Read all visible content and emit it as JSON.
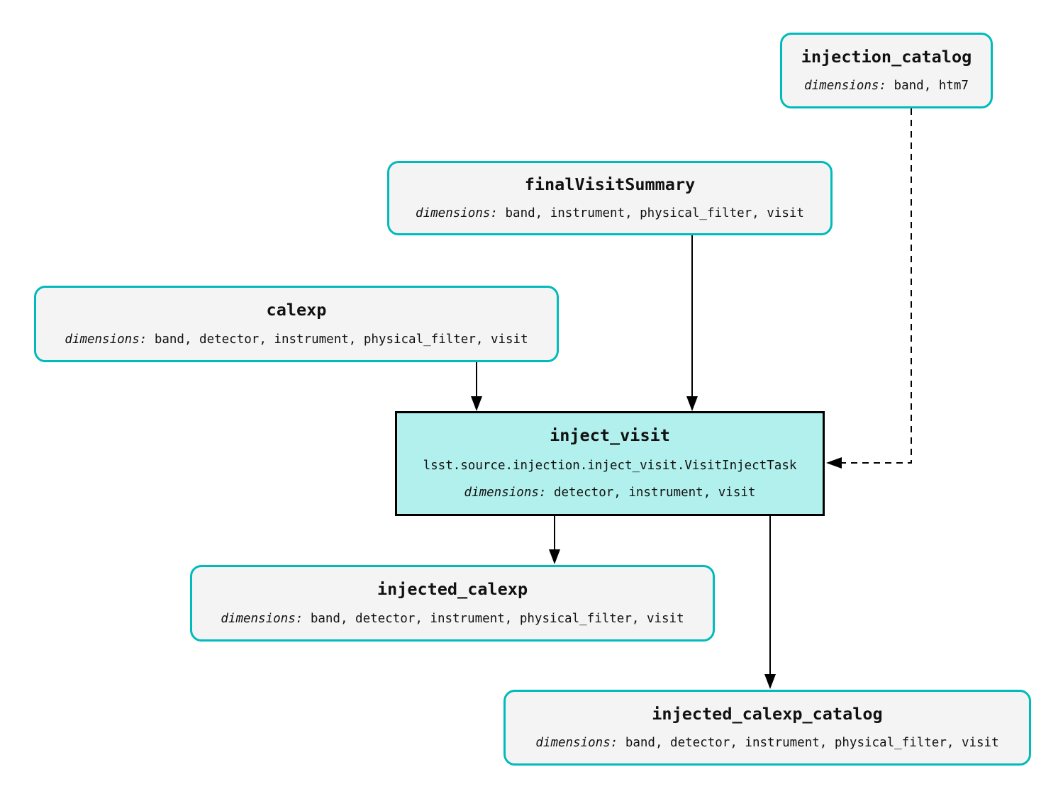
{
  "colors": {
    "dataset_border": "#00babc",
    "dataset_fill": "#f4f4f4",
    "task_border": "#000000",
    "task_fill": "#b1f0ec",
    "arrow": "#000000"
  },
  "nodes": {
    "injection_catalog": {
      "title": "injection_catalog",
      "dimensions_label": "dimensions:",
      "dimensions": "band, htm7"
    },
    "finalVisitSummary": {
      "title": "finalVisitSummary",
      "dimensions_label": "dimensions:",
      "dimensions": "band, instrument, physical_filter, visit"
    },
    "calexp": {
      "title": "calexp",
      "dimensions_label": "dimensions:",
      "dimensions": "band, detector, instrument, physical_filter, visit"
    },
    "inject_visit": {
      "title": "inject_visit",
      "task_class": "lsst.source.injection.inject_visit.VisitInjectTask",
      "dimensions_label": "dimensions:",
      "dimensions": "detector, instrument, visit"
    },
    "injected_calexp": {
      "title": "injected_calexp",
      "dimensions_label": "dimensions:",
      "dimensions": "band, detector, instrument, physical_filter, visit"
    },
    "injected_calexp_catalog": {
      "title": "injected_calexp_catalog",
      "dimensions_label": "dimensions:",
      "dimensions": "band, detector, instrument, physical_filter, visit"
    }
  },
  "edges": [
    {
      "from": "calexp",
      "to": "inject_visit",
      "style": "solid"
    },
    {
      "from": "finalVisitSummary",
      "to": "inject_visit",
      "style": "solid"
    },
    {
      "from": "injection_catalog",
      "to": "inject_visit",
      "style": "dashed"
    },
    {
      "from": "inject_visit",
      "to": "injected_calexp",
      "style": "solid"
    },
    {
      "from": "inject_visit",
      "to": "injected_calexp_catalog",
      "style": "solid"
    }
  ]
}
